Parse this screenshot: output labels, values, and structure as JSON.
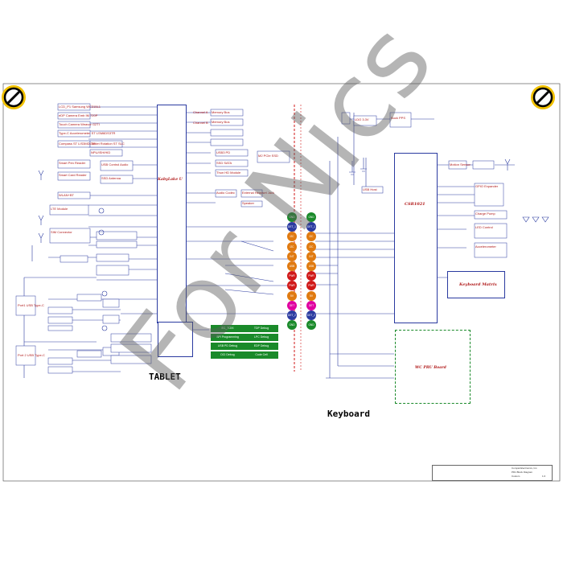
{
  "watermark": "For Nics",
  "labels": {
    "tablet": "TABLET",
    "keyboard": "Keyboard"
  },
  "chips": {
    "cpu": "KabyLake U",
    "csr": "CSR1021",
    "kbd_matrix": "Keyboard Matrix",
    "wc_pru": "WC PRU Board"
  },
  "green_boxes": [
    "EC_TOXI",
    "TDP Debug",
    "SPI Programming",
    "LPC Debug",
    "USB PD Debug",
    "EDP Debug",
    "DCI Debug",
    "Code Cell"
  ],
  "dots": [
    {
      "text": "GND",
      "color": "#1a8a2a"
    },
    {
      "text": "DET_1",
      "color": "#2a3aa0"
    },
    {
      "text": "I2C",
      "color": "#e07a10"
    },
    {
      "text": "I2C",
      "color": "#e07a10"
    },
    {
      "text": "INT",
      "color": "#e07a10"
    },
    {
      "text": "USB",
      "color": "#e07a10"
    },
    {
      "text": "PWR",
      "color": "#d01818"
    },
    {
      "text": "PWR",
      "color": "#d01818"
    },
    {
      "text": "5V",
      "color": "#e07a10"
    },
    {
      "text": "DET",
      "color": "#e000a0"
    },
    {
      "text": "DET_2",
      "color": "#2a3aa0"
    },
    {
      "text": "GND",
      "color": "#1a8a2a"
    },
    {
      "text": "GND",
      "color": "#1a8a2a"
    },
    {
      "text": "DET_1",
      "color": "#2a3aa0"
    },
    {
      "text": "I2C",
      "color": "#e07a10"
    },
    {
      "text": "I2C",
      "color": "#e07a10"
    },
    {
      "text": "INT",
      "color": "#e07a10"
    },
    {
      "text": "USB",
      "color": "#e07a10"
    },
    {
      "text": "PWR",
      "color": "#d01818"
    },
    {
      "text": "PWR",
      "color": "#d01818"
    },
    {
      "text": "5V",
      "color": "#e07a10"
    },
    {
      "text": "DET",
      "color": "#e000a0"
    },
    {
      "text": "DET_2",
      "color": "#2a3aa0"
    },
    {
      "text": "GND",
      "color": "#1a8a2a"
    }
  ],
  "left_blocks": [
    "LCD_P1 Samsung WC315L1",
    "eDP Camera Emb IM 720P",
    "Touch Camera Weavor G2TI",
    "Type-C Accelerometer ST LSM6DS3TR",
    "Compass ST LIS3MDLTR",
    "Tablet Rotation ST SLC",
    "NPU/ISH/HID",
    "Smart Pen Reader",
    "USB Control Audio",
    "Smart Card Reader",
    "SSD Antenna",
    "WLAN+BT",
    "LTE Module",
    "SIM Connector",
    "Port1 USB Type-C",
    "Port 2 USB Type-C"
  ],
  "right_top_blocks": [
    "Channel A",
    "Channel B",
    "Memory Bus",
    "Memory Bus",
    "USB3 PD",
    "SSD SATA",
    "M2 PCIe SSD",
    "Thun HD Module",
    "Audio Codec",
    "External Headset Jack",
    "Speaker"
  ],
  "csr_blocks": [
    "LDO 3.3V",
    "Buck PPS",
    "USB Host",
    "GPIO Expander",
    "Accelerometer",
    "Charge Pump",
    "LED Control",
    "Motion Sensor"
  ],
  "title_block": {
    "company": "Compal Electronics, Inc.",
    "doc": "PD1 Block Diagram",
    "size": "Custom",
    "rev": "1.0"
  },
  "colors": {
    "line": "#2a3aa0",
    "text": "#b01818",
    "highlight": "#d01818",
    "green": "#1a8a2a",
    "orange": "#e07a10"
  }
}
